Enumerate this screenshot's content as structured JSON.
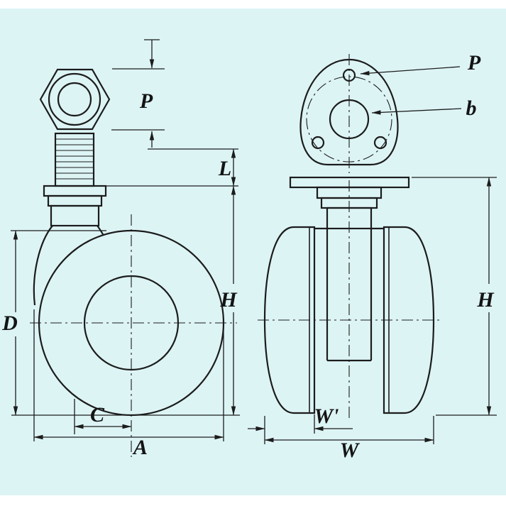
{
  "colors": {
    "background": "#ddf4f5",
    "line": "#1c1c1c",
    "canvas": "#ffffff"
  },
  "labels": {
    "p_left": "P",
    "l": "L",
    "h_left": "H",
    "d": "D",
    "c": "C",
    "a": "A",
    "p_right": "P",
    "b": "b",
    "h_right": "H",
    "w_prime": "W'",
    "w": "W"
  }
}
